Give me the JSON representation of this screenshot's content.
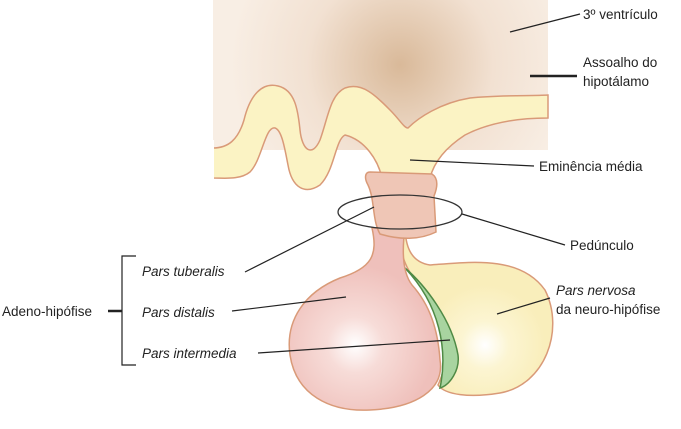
{
  "labels": {
    "ventricle": "3º ventrículo",
    "floor_line1": "Assoalho do",
    "floor_line2": "hipotálamo",
    "median_eminence": "Eminência média",
    "peduncle": "Pedúnculo",
    "pars_tuberalis": "Pars tuberalis",
    "pars_distalis": "Pars distalis",
    "pars_intermedia": "Pars intermedia",
    "pars_nervosa_line1": "Pars nervosa",
    "pars_nervosa_line2": "da neuro-hipófise",
    "adenohypophysis": "Adeno-hipófise"
  },
  "colors": {
    "ventricle": "#f7ebe0",
    "ventricle_shade": "#d8b898",
    "neural": "#fbf3c4",
    "outline": "#d99a78",
    "adeno": "#f2c4c0",
    "intermedia": "#a8d4a0",
    "intermedia_outline": "#4f8a45"
  }
}
